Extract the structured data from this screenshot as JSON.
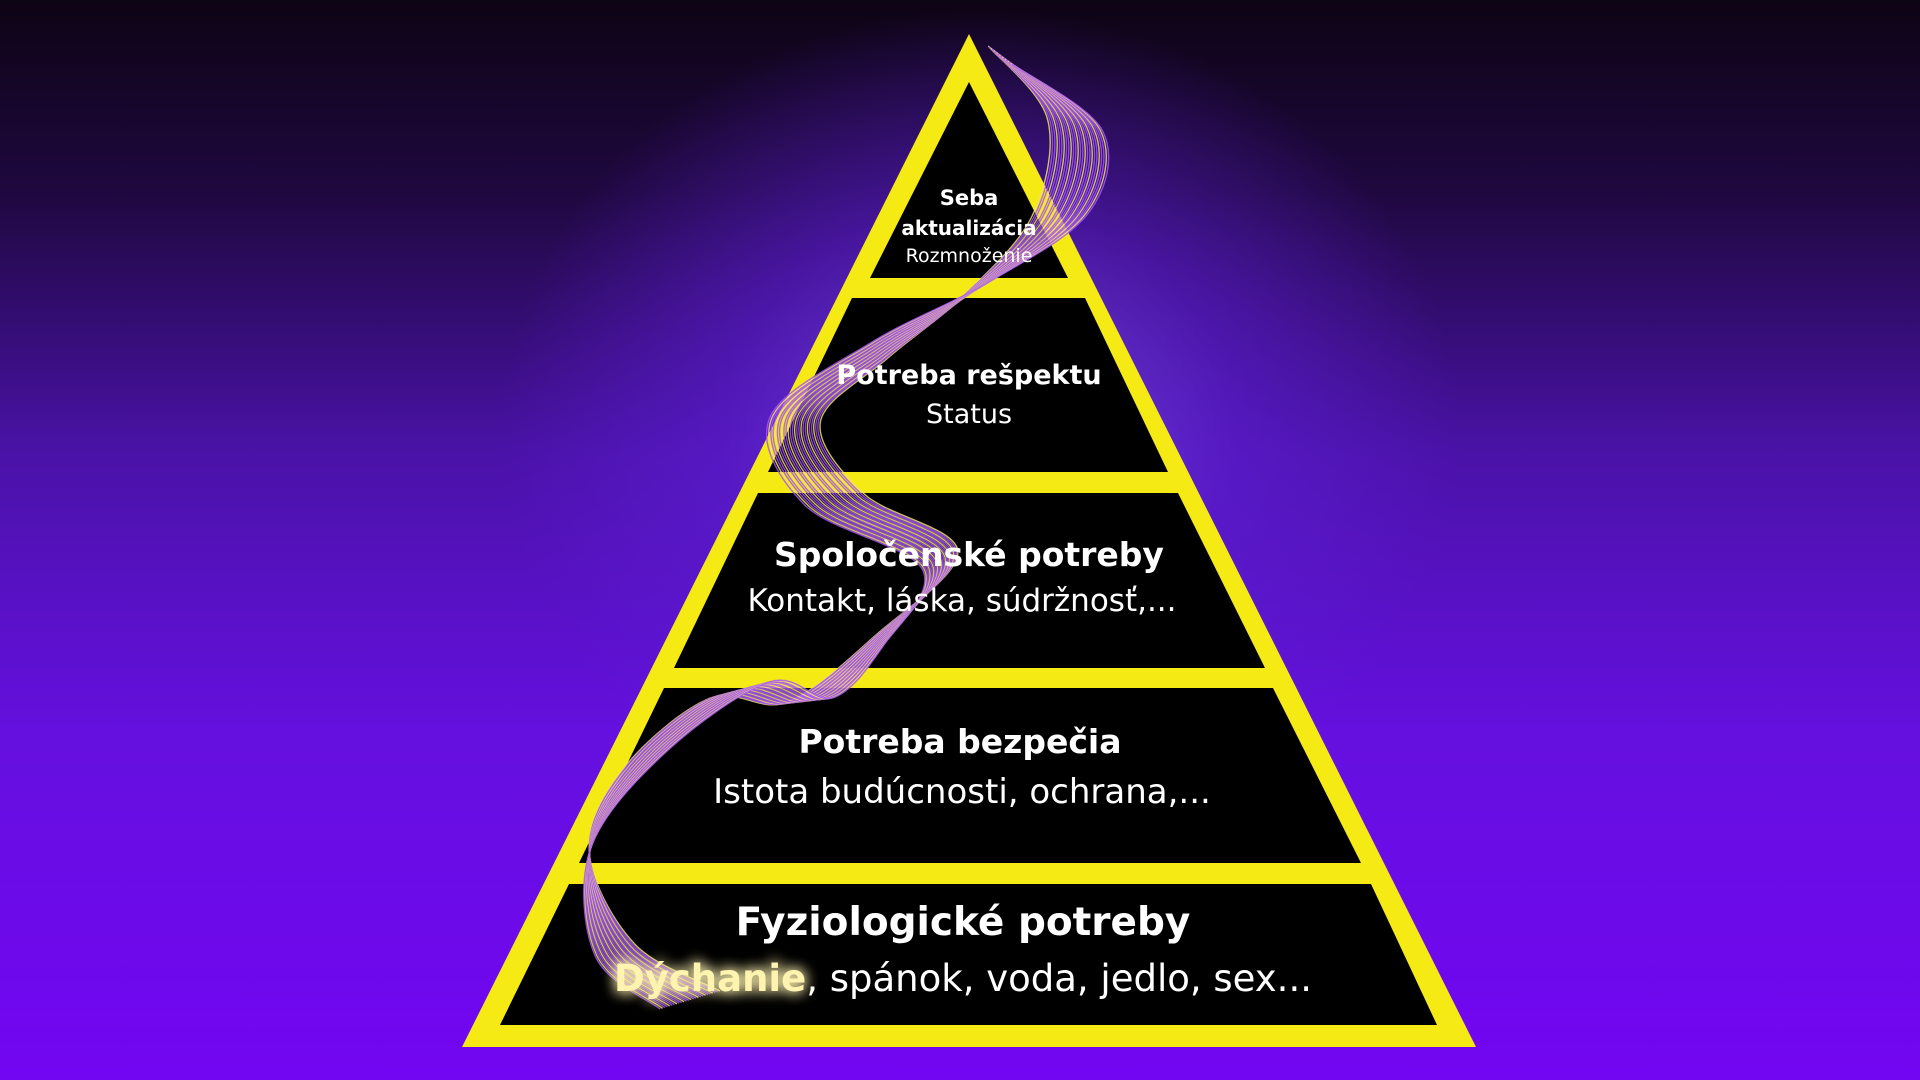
{
  "colors": {
    "frame": "#f5ea14",
    "tier_fill": "#000000",
    "text": "#ffffff",
    "highlight_glow": "#ffd23a",
    "wave_purple": "#a855f7",
    "wave_yellow": "#eee36a"
  },
  "tiers": [
    {
      "title": "Seba aktualizácia",
      "title_line1": "Seba",
      "title_line2": "aktualizácia",
      "subtitle": "Rozmnoženie"
    },
    {
      "title": "Potreba rešpektu",
      "subtitle": "Status"
    },
    {
      "title": "Spoločenské potreby",
      "subtitle": "Kontakt, láska, súdržnosť,..."
    },
    {
      "title": "Potreba bezpečia",
      "subtitle": "Istota budúcnosti, ochrana,..."
    },
    {
      "title": "Fyziologické potreby",
      "subtitle_highlight": "Dýchanie",
      "subtitle_rest": ", spánok, voda, jedlo, sex..."
    }
  ]
}
